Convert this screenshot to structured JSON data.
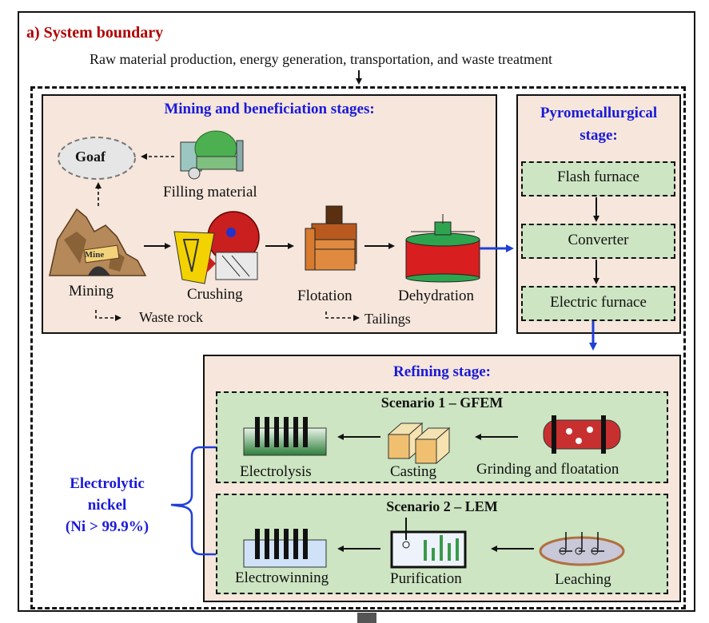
{
  "panel_title": "a) System boundary",
  "boundary_inputs": "Raw material production, energy generation, transportation, and waste treatment",
  "mining_stage": {
    "title": "Mining and beneficiation stages:",
    "goaf": "Goaf",
    "filling_material": "Filling material",
    "mine_sign": "Mine",
    "mining": "Mining",
    "crushing": "Crushing",
    "flotation": "Flotation",
    "dehydration": "Dehydration",
    "waste_rock": "Waste rock",
    "tailings": "Tailings"
  },
  "pyro_stage": {
    "title_line1": "Pyrometallurgical",
    "title_line2": "stage:",
    "steps": [
      "Flash furnace",
      "Converter",
      "Electric furnace"
    ]
  },
  "refining_stage": {
    "title": "Refining stage:",
    "scenario1": {
      "title": "Scenario 1 – GFEM",
      "steps": [
        "Electrolysis",
        "Casting",
        "Grinding and floatation"
      ]
    },
    "scenario2": {
      "title": "Scenario 2 – LEM",
      "steps": [
        "Electrowinning",
        "Purification",
        "Leaching"
      ]
    }
  },
  "product": {
    "line1": "Electrolytic",
    "line2": "nickel",
    "line3": "(Ni > 99.9%)"
  },
  "colors": {
    "title_red": "#b00000",
    "heading_blue": "#1a1ad8",
    "stage_fill": "#f6e6db",
    "step_fill": "#cde5c2",
    "flow_blue": "#1f3fd8"
  }
}
